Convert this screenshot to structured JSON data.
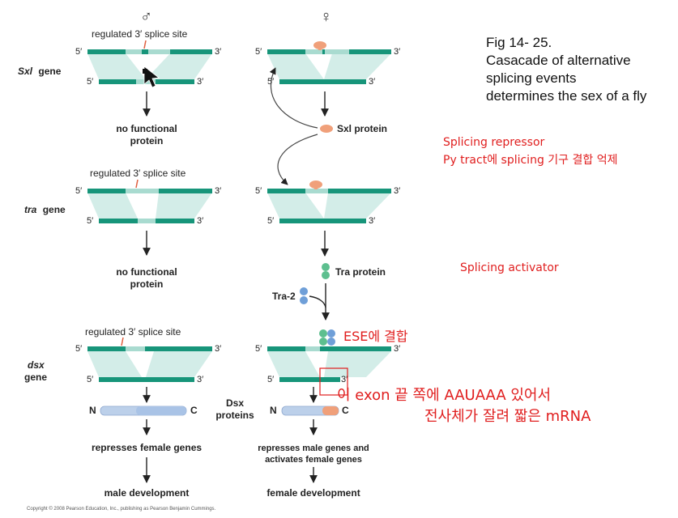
{
  "symbols": {
    "male": "♂",
    "female": "♀"
  },
  "prime5": "5′",
  "prime3": "3′",
  "caption": [
    "Fig 14- 25.",
    "Casacade of alternative",
    "splicing events",
    "determines the sex of a fly"
  ],
  "sxl": {
    "gene_label_name": "Sxl",
    "gene_label_suffix": "gene",
    "male_splice_label": "regulated 3′ splice site",
    "male_result_line1": "no functional",
    "male_result_line2": "protein",
    "female_protein": "Sxl protein"
  },
  "tra": {
    "gene_label_name": "tra",
    "gene_label_suffix": "gene",
    "male_splice_label": "regulated 3′ splice site",
    "male_result_line1": "no functional",
    "male_result_line2": "protein",
    "female_protein": "Tra protein",
    "tra2": "Tra-2"
  },
  "dsx": {
    "gene_label_line1": "dsx",
    "gene_label_line2": "gene",
    "male_splice_label": "regulated 3′ splice site",
    "n": "N",
    "c": "C",
    "proteins_line1": "Dsx",
    "proteins_line2": "proteins",
    "male_effect": "represses female genes",
    "female_effect_line1": "represses male genes and",
    "female_effect_line2": "activates female genes",
    "male_outcome": "male development",
    "female_outcome": "female development"
  },
  "annotations": {
    "repressor_line1": "Splicing repressor",
    "repressor_line2": "Py tract에 splicing 기구 결합 억제",
    "activator": "Splicing activator",
    "ese": "ESE에 결합",
    "polya_line1": "이 exon 끝 쪽에 AAUAAA 있어서",
    "polya_line2": "전사체가 잘려 짧은 mRNA"
  },
  "copyright": "Copyright © 2008 Pearson Education, Inc., publishing as Pearson Benjamin Cummings.",
  "colors": {
    "exon": "#17957a",
    "exon_light": "#a9dbd0",
    "splice_fan": "#d3ede8",
    "protein_orange": "#f0a07a",
    "tra_green": "#5dbf8f",
    "tra2_blue": "#6f9fd8",
    "red_text": "#e01e1e",
    "dsx_bar": "#bcd0ea"
  }
}
